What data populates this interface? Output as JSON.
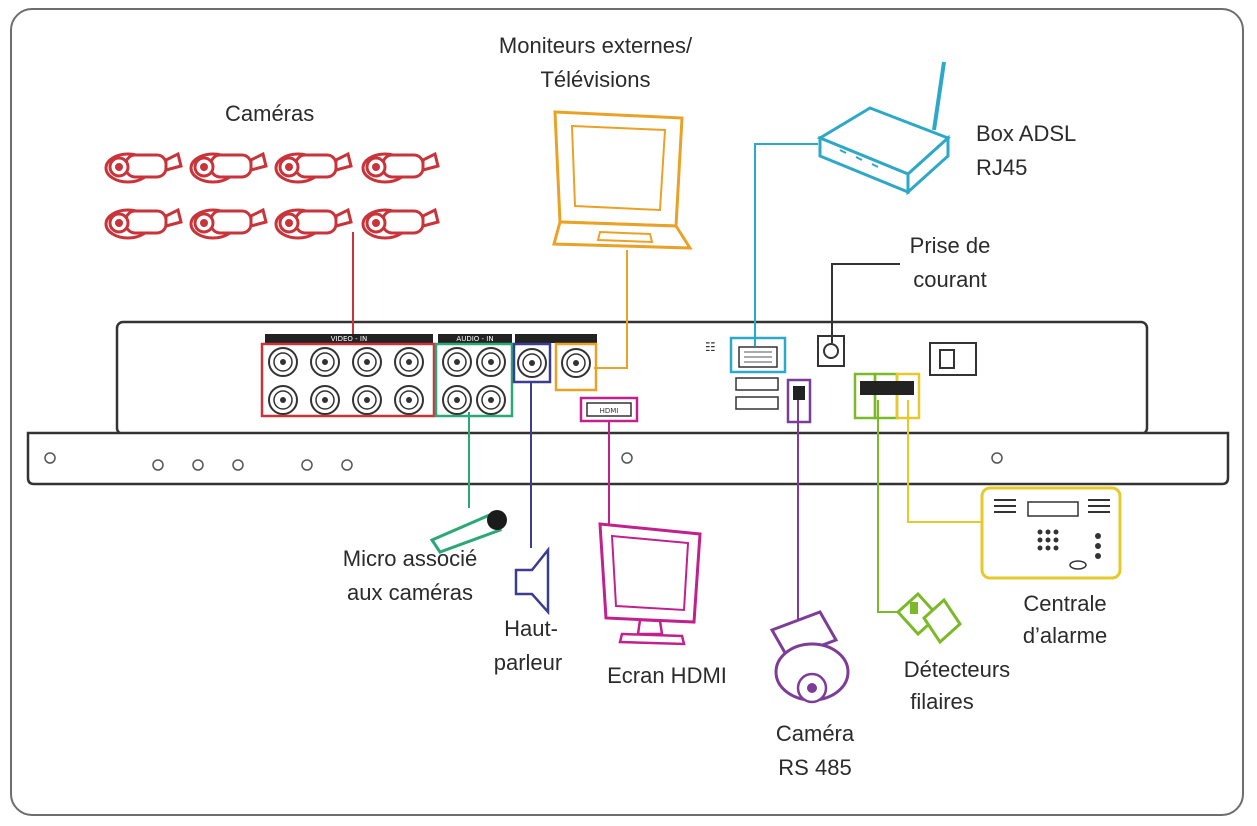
{
  "labels": {
    "cameras": "Caméras",
    "monitors_line1": "Moniteurs externes/",
    "monitors_line2": "Télévisions",
    "adsl_line1": "Box ADSL",
    "adsl_line2": "RJ45",
    "power_line1": "Prise de",
    "power_line2": "courant",
    "micro_line1": "Micro associé",
    "micro_line2": "aux caméras",
    "speaker_line1": "Haut-",
    "speaker_line2": "parleur",
    "hdmi_screen": "Ecran HDMI",
    "rs485_line1": "Caméra",
    "rs485_line2": "RS 485",
    "detectors_line1": "Détecteurs",
    "detectors_line2": "filaires",
    "alarm_line1": "Centrale",
    "alarm_line2": "d’alarme"
  },
  "panel": {
    "video_in": "VIDEO - IN",
    "audio_in": "AUDIO - IN",
    "hdmi_port": "HDMI"
  },
  "colors": {
    "cameras": "#c8343a",
    "monitor": "#e9a227",
    "network": "#2ea8c9",
    "power": "#333333",
    "micro": "#2aa876",
    "speaker": "#3c3d8f",
    "hdmi": "#c0218c",
    "rs485": "#7d3c96",
    "detectors": "#7cb928",
    "alarm": "#e6c92a"
  }
}
